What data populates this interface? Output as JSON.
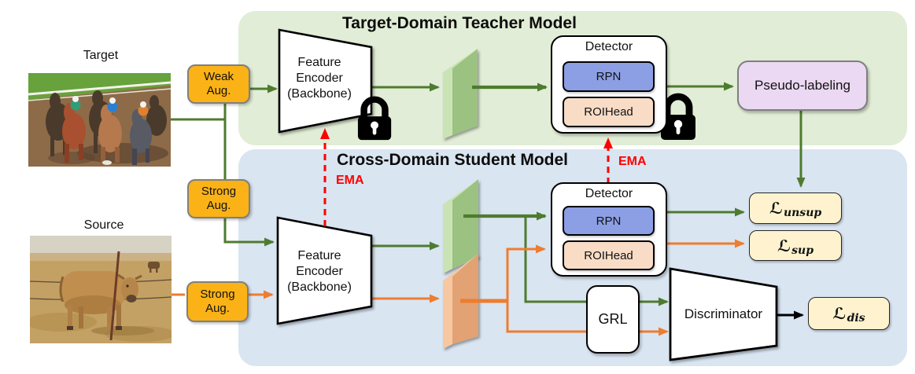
{
  "figure": {
    "teacher": {
      "title": "Target-Domain Teacher Model",
      "encoder_label": "Feature\nEncoder\n(Backbone)",
      "detector_label": "Detector",
      "rpn_label": "RPN",
      "roihead_label": "ROIHead",
      "pseudo_label": "Pseudo-labeling"
    },
    "student": {
      "title": "Cross-Domain Student Model",
      "encoder_label": "Feature\nEncoder\n(Backbone)",
      "detector_label": "Detector",
      "rpn_label": "RPN",
      "roihead_label": "ROIHead",
      "grl_label": "GRL",
      "discriminator_label": "Discriminator"
    },
    "inputs": {
      "target_label": "Target",
      "source_label": "Source",
      "weak_aug_label": "Weak\nAug.",
      "strong_aug_target_label": "Strong\nAug.",
      "strong_aug_source_label": "Strong\nAug."
    },
    "ema": {
      "encoder_label": "EMA",
      "detector_label": "EMA"
    },
    "losses": {
      "unsup": {
        "symbol": "ℒ",
        "subscript": "unsup"
      },
      "sup": {
        "symbol": "ℒ",
        "subscript": "sup"
      },
      "dis": {
        "symbol": "ℒ",
        "subscript": "dis"
      }
    },
    "colors": {
      "teacher_panel": "#E1EDD6",
      "student_panel": "#D9E5F1",
      "target_flow_green": "#4E7B2F",
      "source_flow_orange": "#ED7D31",
      "ema_red": "#FF0000",
      "aug_box_amber": "#FAB216",
      "rpn_blue": "#8C9FE4",
      "roihead_peach": "#F8DCC6",
      "pseudo_purple": "#EBD8F2",
      "loss_cream": "#FEF3CE",
      "feature_map_green": "#9CC282",
      "feature_map_orange": "#E2A273"
    }
  }
}
